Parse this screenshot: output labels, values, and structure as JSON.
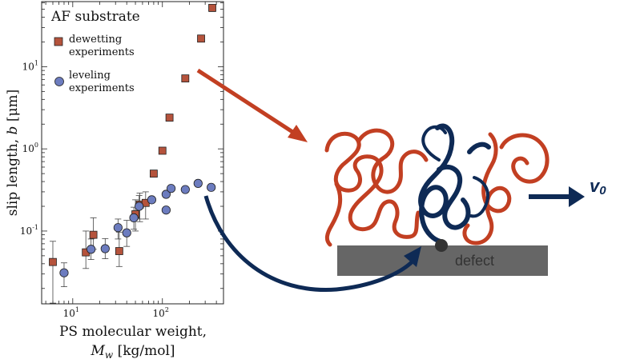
{
  "chart_data": {
    "type": "scatter",
    "title": "AF substrate",
    "ylabel_prefix": "slip length, ",
    "ylabel_symbol": "b",
    "ylabel_unit": "[μm]",
    "xlabel_line1": "PS molecular weight,",
    "xlabel_symbol": "M",
    "xlabel_sub": "w",
    "xlabel_unit": "[kg/mol]",
    "x_scale": "log",
    "y_scale": "log",
    "xlim": [
      4.5,
      480
    ],
    "ylim": [
      0.013,
      62
    ],
    "x_ticks": [
      {
        "value": 10,
        "base": "10",
        "exp": "1"
      },
      {
        "value": 100,
        "base": "10",
        "exp": "2"
      }
    ],
    "y_ticks": [
      {
        "value": 0.1,
        "base": "10",
        "exp": "-1"
      },
      {
        "value": 1,
        "base": "10",
        "exp": "0"
      },
      {
        "value": 10,
        "base": "10",
        "exp": "1"
      }
    ],
    "legend_position": "top-left",
    "series": [
      {
        "name": "dewetting experiments",
        "legend_lines": [
          "dewetting",
          "experiments"
        ],
        "marker": "square",
        "color": "#b5533c",
        "points": [
          {
            "x": 6,
            "y": 0.042,
            "err_lo": 0.029,
            "err_hi": 0.033
          },
          {
            "x": 14,
            "y": 0.055,
            "err_lo": 0.02,
            "err_hi": 0.045
          },
          {
            "x": 17,
            "y": 0.09,
            "err_lo": 0.03,
            "err_hi": 0.055
          },
          {
            "x": 33,
            "y": 0.057,
            "err_lo": 0.02,
            "err_hi": 0.04
          },
          {
            "x": 50,
            "y": 0.16,
            "err_lo": 0.06,
            "err_hi": 0.08
          },
          {
            "x": 56,
            "y": 0.21,
            "err_lo": 0.08,
            "err_hi": 0.08
          },
          {
            "x": 65,
            "y": 0.22,
            "err_lo": 0.08,
            "err_hi": 0.08
          },
          {
            "x": 80,
            "y": 0.5,
            "err_lo": 0,
            "err_hi": 0
          },
          {
            "x": 100,
            "y": 0.95,
            "err_lo": 0,
            "err_hi": 0
          },
          {
            "x": 120,
            "y": 2.4,
            "err_lo": 0,
            "err_hi": 0
          },
          {
            "x": 180,
            "y": 7.2,
            "err_lo": 0,
            "err_hi": 0
          },
          {
            "x": 270,
            "y": 22,
            "err_lo": 0,
            "err_hi": 0
          },
          {
            "x": 360,
            "y": 52,
            "err_lo": 5,
            "err_hi": 5
          }
        ]
      },
      {
        "name": "leveling experiments",
        "legend_lines": [
          "leveling",
          "experiments"
        ],
        "marker": "circle",
        "color": "#6c7cbf",
        "points": [
          {
            "x": 8,
            "y": 0.031,
            "err_lo": 0.01,
            "err_hi": 0.01
          },
          {
            "x": 16,
            "y": 0.06,
            "err_lo": 0.015,
            "err_hi": 0.02
          },
          {
            "x": 23,
            "y": 0.061,
            "err_lo": 0.015,
            "err_hi": 0.02
          },
          {
            "x": 32,
            "y": 0.11,
            "err_lo": 0.03,
            "err_hi": 0.03
          },
          {
            "x": 40,
            "y": 0.095,
            "err_lo": 0.03,
            "err_hi": 0.04
          },
          {
            "x": 48,
            "y": 0.145,
            "err_lo": 0.04,
            "err_hi": 0.05
          },
          {
            "x": 55,
            "y": 0.2,
            "err_lo": 0.06,
            "err_hi": 0.07
          },
          {
            "x": 76,
            "y": 0.24,
            "err_lo": 0,
            "err_hi": 0
          },
          {
            "x": 110,
            "y": 0.28,
            "err_lo": 0,
            "err_hi": 0
          },
          {
            "x": 110,
            "y": 0.18,
            "err_lo": 0,
            "err_hi": 0
          },
          {
            "x": 125,
            "y": 0.33,
            "err_lo": 0,
            "err_hi": 0
          },
          {
            "x": 180,
            "y": 0.32,
            "err_lo": 0,
            "err_hi": 0
          },
          {
            "x": 250,
            "y": 0.38,
            "err_lo": 0,
            "err_hi": 0
          },
          {
            "x": 350,
            "y": 0.34,
            "err_lo": 0,
            "err_hi": 0
          }
        ]
      }
    ]
  },
  "illustration": {
    "defect_label": "defect",
    "velocity_label": "v",
    "velocity_sub": "0",
    "colors": {
      "chain_red": "#c23f22",
      "chain_blue": "#0e2a55",
      "arrow_red": "#c23f22",
      "arrow_blue": "#0e2a55",
      "substrate": "#666666"
    }
  }
}
